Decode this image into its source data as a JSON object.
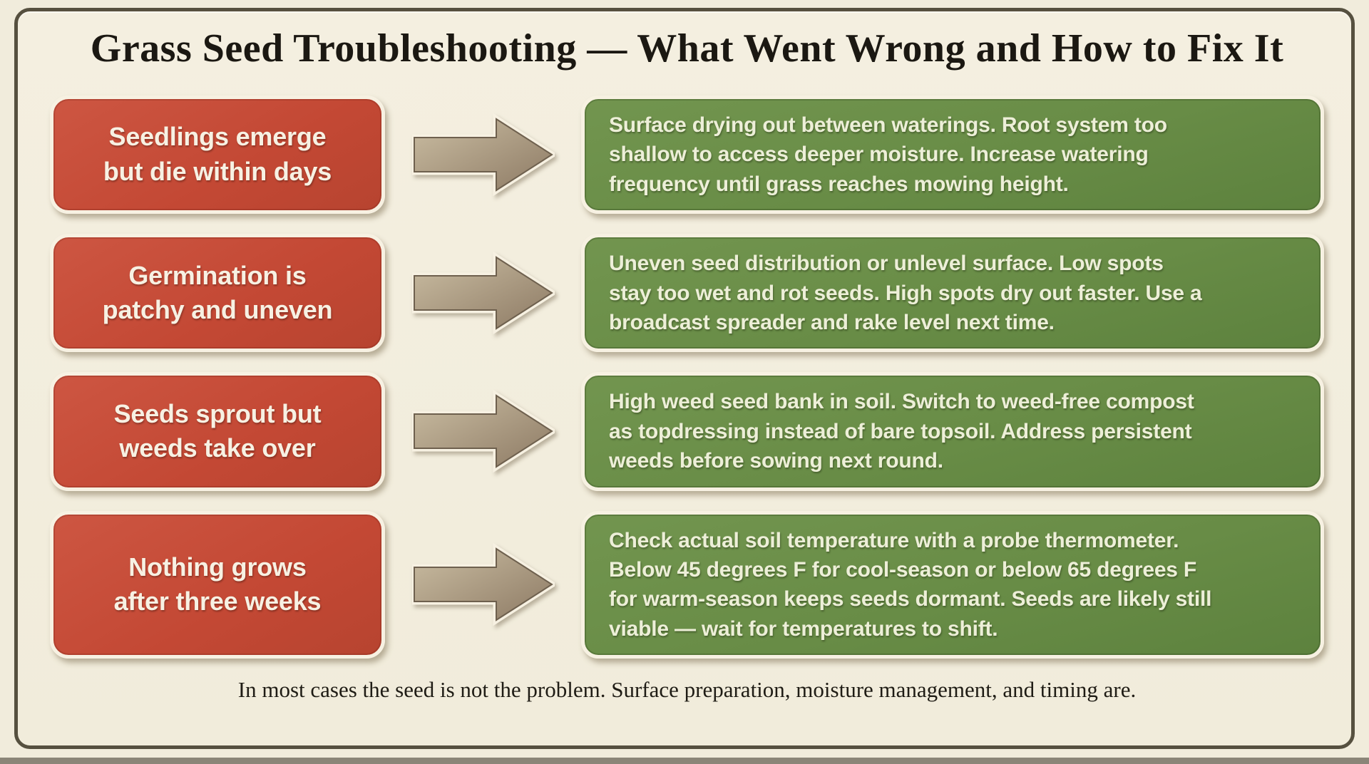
{
  "title": "Grass Seed Troubleshooting — What Went Wrong and How to Fix It",
  "rows": [
    {
      "problem": "Seedlings emerge\nbut die within days",
      "solution": "Surface drying out between waterings. Root system too\nshallow to access deeper moisture. Increase watering\nfrequency until grass reaches mowing height."
    },
    {
      "problem": "Germination is\npatchy and uneven",
      "solution": "Uneven seed distribution or unlevel surface. Low spots\nstay too wet and rot seeds. High spots dry out faster. Use a\nbroadcast spreader and rake level next time."
    },
    {
      "problem": "Seeds sprout but\nweeds take over",
      "solution": "High weed seed bank in soil. Switch to weed-free compost\nas topdressing instead of bare topsoil. Address persistent\nweeds before sowing next round."
    },
    {
      "problem": "Nothing grows\nafter three weeks",
      "solution": "Check actual soil temperature with a probe thermometer.\nBelow 45 degrees F for cool-season or below 65 degrees F\nfor warm-season keeps seeds dormant. Seeds are likely still\nviable — wait for temperatures to shift."
    }
  ],
  "footer": "In most cases the seed is not the problem. Surface preparation, moisture management, and timing are.",
  "colors": {
    "background": "#f1ecdc",
    "frame_border": "#56503f",
    "problem_red": "#c34834",
    "solution_green": "#688c46",
    "arrow_tan": "#ab9a7f",
    "box_outline_cream": "#f7f1e2"
  },
  "icons": {
    "arrow": "right-arrow-icon"
  }
}
